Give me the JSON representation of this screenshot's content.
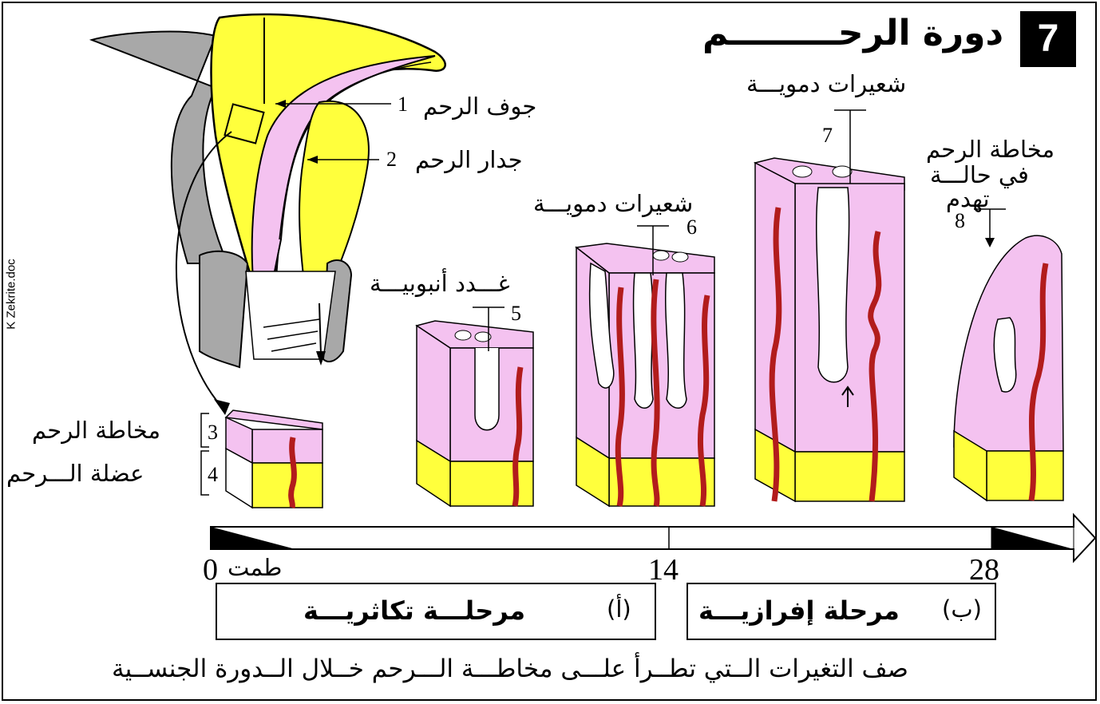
{
  "badge": "7",
  "title": "دورة الرحـــــــــم",
  "watermark": "K Zekrite.doc",
  "labels": {
    "l1": "جوف الرحم",
    "l2": "جدار الرحم",
    "l3": "مخاطة الرحم",
    "l4": "عضلة الـــرحم",
    "l5": "غـــدد أنبوبيـــة",
    "l6": "شعيرات دمويـــة",
    "l7": "شعيرات دمويـــة",
    "l8a": "مخاطة الرحم",
    "l8b": "في حالـــة",
    "l8c": "تهدم"
  },
  "numbers": {
    "n1": "1",
    "n2": "2",
    "n3": "3",
    "n4": "4",
    "n5": "5",
    "n6": "6",
    "n7": "7",
    "n8": "8"
  },
  "timeline": {
    "t0": "0",
    "t14": "14",
    "t28": "28",
    "menses": "طمت"
  },
  "phases": {
    "a_label": "(أ)",
    "a_name": "مرحلـــة تكاثريـــة",
    "b_label": "(ب)",
    "b_name": "مرحلة إفرازيـــة"
  },
  "caption": "صف التغيرات الــتي تطــرأ علـــى مخاطـــة الـــرحم خــلال الــدورة الجنســية",
  "colors": {
    "mucosa": "#f4c2f0",
    "muscle": "#ffff3c",
    "vessel": "#b21c1c",
    "uterus_grey": "#a8a8a8"
  }
}
